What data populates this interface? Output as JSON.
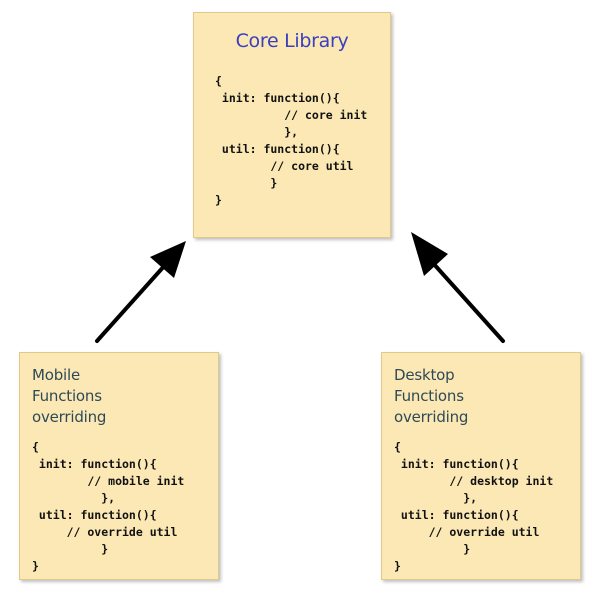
{
  "core": {
    "title": "Core Library",
    "code_lines": [
      "{",
      " init: function(){",
      "          // core init",
      "          },",
      " util: function(){",
      "        // core util",
      "        }",
      "}"
    ]
  },
  "mobile": {
    "title_lines": [
      "Mobile",
      "Functions",
      "overriding"
    ],
    "code_lines": [
      "{",
      " init: function(){",
      "        // mobile init",
      "          },",
      " util: function(){",
      "     // override util",
      "          }",
      "}"
    ]
  },
  "desktop": {
    "title_lines": [
      "Desktop",
      "Functions",
      "overriding"
    ],
    "code_lines": [
      "{",
      " init: function(){",
      "        // desktop init",
      "          },",
      " util: function(){",
      "     // override util",
      "          }",
      "}"
    ]
  },
  "colors": {
    "box_fill": "#fbe8b4",
    "core_title": "#3a3fbf",
    "side_title": "#2f4a57",
    "arrow": "#000000"
  }
}
